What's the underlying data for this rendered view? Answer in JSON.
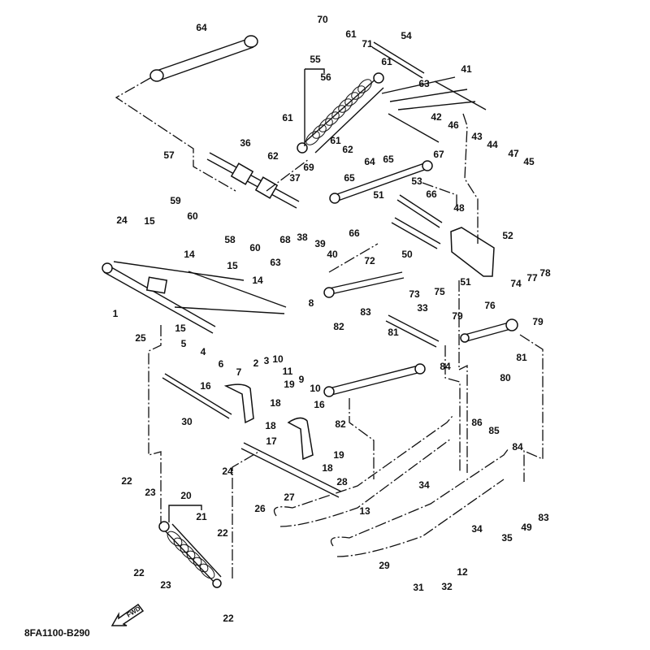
{
  "diagram": {
    "title": "Rear suspension exploded parts diagram",
    "drawing_code": "8FA1100-B290",
    "direction_indicator": "FWD",
    "callouts": [
      "64",
      "70",
      "61",
      "71",
      "54",
      "55",
      "56",
      "61",
      "63",
      "41",
      "61",
      "62",
      "36",
      "42",
      "46",
      "43",
      "44",
      "47",
      "45",
      "57",
      "61",
      "62",
      "67",
      "65",
      "69",
      "37",
      "65",
      "64",
      "53",
      "66",
      "59",
      "60",
      "38",
      "39",
      "40",
      "66",
      "51",
      "48",
      "52",
      "24",
      "15",
      "58",
      "60",
      "68",
      "63",
      "14",
      "15",
      "14",
      "50",
      "72",
      "73",
      "75",
      "51",
      "74",
      "77",
      "78",
      "1",
      "8",
      "82",
      "83",
      "33",
      "76",
      "79",
      "79",
      "25",
      "15",
      "5",
      "4",
      "6",
      "2",
      "3",
      "10",
      "11",
      "81",
      "81",
      "7",
      "9",
      "10",
      "80",
      "19",
      "84",
      "16",
      "30",
      "18",
      "16",
      "82",
      "18",
      "17",
      "19",
      "18",
      "86",
      "85",
      "84",
      "24",
      "27",
      "28",
      "34",
      "22",
      "23",
      "20",
      "26",
      "21",
      "13",
      "34",
      "49",
      "83",
      "22",
      "35",
      "22",
      "29",
      "12",
      "23",
      "31",
      "32",
      "22"
    ]
  }
}
